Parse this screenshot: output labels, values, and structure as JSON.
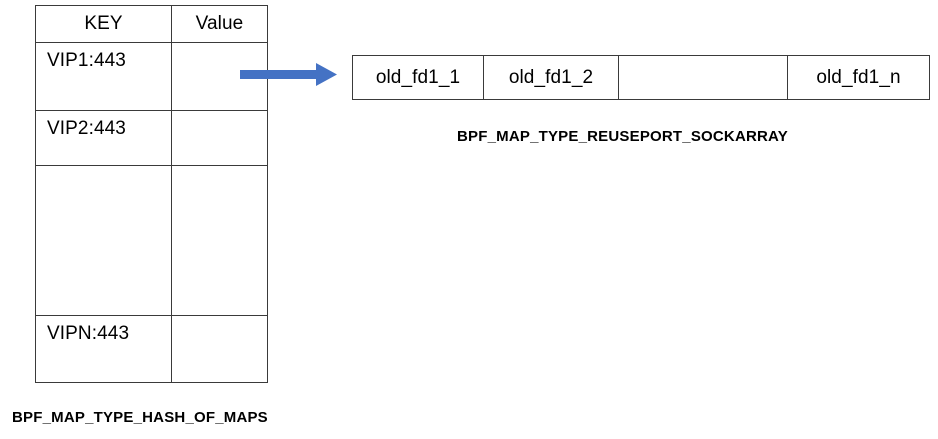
{
  "diagram": {
    "title_hidden": "",
    "accent_color": "#4472C4",
    "border_color": "#3a3a3a",
    "background_color": "#ffffff"
  },
  "hash_of_maps_table": {
    "caption": "BPF_MAP_TYPE_HASH_OF_MAPS",
    "headers": [
      "KEY",
      "Value"
    ],
    "rows": [
      {
        "key": "VIP1:443",
        "value": ""
      },
      {
        "key": "VIP2:443",
        "value": ""
      },
      {
        "key": "",
        "value": ""
      },
      {
        "key": "VIPN:443",
        "value": ""
      }
    ]
  },
  "sockarray_table": {
    "caption": "BPF_MAP_TYPE_REUSEPORT_SOCKARRAY",
    "cells": [
      "old_fd1_1",
      "old_fd1_2",
      "",
      "old_fd1_n"
    ]
  },
  "arrow": {
    "name": "points-to-arrow",
    "color": "#4472C4",
    "direction": "right"
  }
}
